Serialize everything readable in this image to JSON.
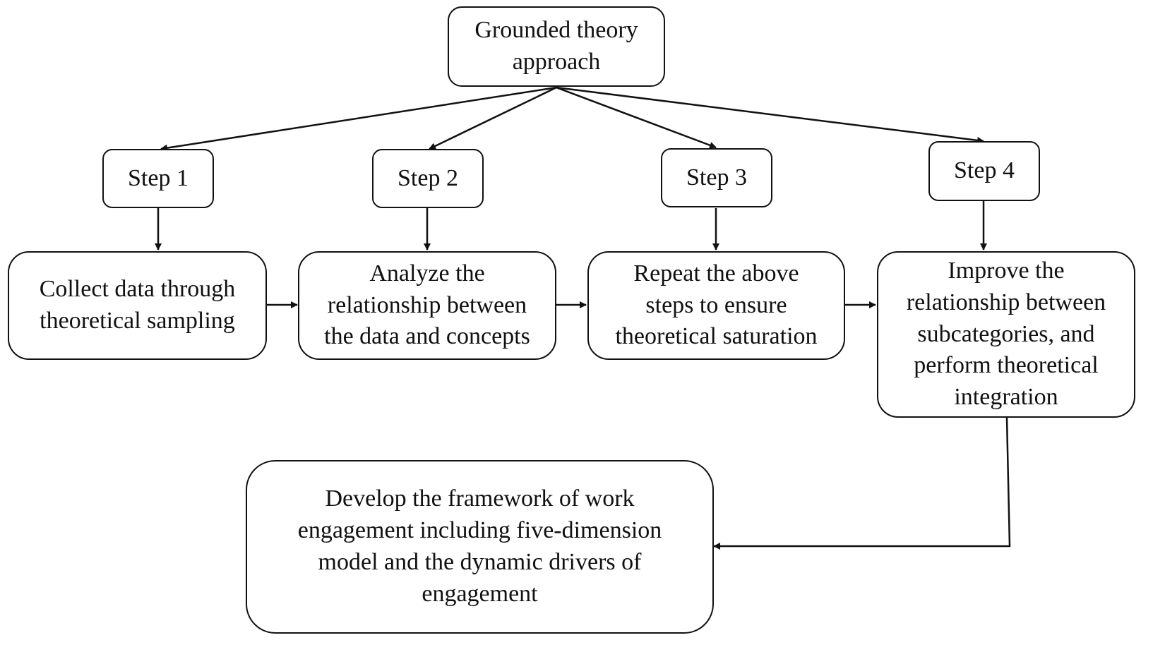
{
  "diagram": {
    "root": "Grounded theory\napproach",
    "steps": [
      "Step 1",
      "Step 2",
      "Step 3",
      "Step 4"
    ],
    "processes": [
      "Collect data through\ntheoretical sampling",
      "Analyze the\nrelationship between\nthe data and concepts",
      "Repeat the above\nsteps to ensure\ntheoretical saturation",
      "Improve the\nrelationship between\nsubcategories, and\nperform theoretical\nintegration"
    ],
    "final": "Develop the framework of work\nengagement including five-dimension\nmodel and the dynamic drivers of\nengagement"
  }
}
